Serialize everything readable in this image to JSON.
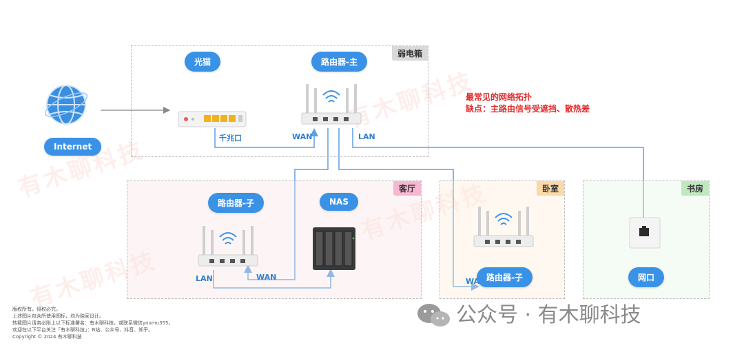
{
  "zones": {
    "weak_box": "弱电箱",
    "living_room": "客厅",
    "bedroom": "卧室",
    "study": "书房"
  },
  "devices": {
    "internet": "Internet",
    "modem": "光猫",
    "router_main": "路由器-主",
    "router_sub_living": "路由器-子",
    "nas": "NAS",
    "router_sub_bedroom": "路由器-子",
    "wall_port": "网口"
  },
  "port_labels": {
    "modem_gigabit": "千兆口",
    "main_wan": "WAN",
    "main_lan": "LAN",
    "sub_lan": "LAN",
    "sub_wan": "WAN",
    "bedroom_wan": "WAN"
  },
  "note": {
    "line1": "最常见的网络拓扑",
    "line2": "缺点：主路由信号受遮挡、散热差"
  },
  "watermark": "有木聊科技",
  "copyright": [
    "版权所有，侵权必究。",
    "上述图片包含所使用图标，均为独家设计。",
    "转载图片请务必附上以下标准署名：有木聊科技，或联系微信youmu355。",
    "欢迎在以下平台关注「有木聊科技」：B站、公众号、抖音、知乎。",
    "Copyright © 2024 有木聊科技"
  ],
  "brand": "公众号 · 有木聊科技",
  "colors": {
    "accent_blue": "#3a92e6",
    "line_blue": "#5aa0e6",
    "note_red": "#e02a2a",
    "tag_gray": "#d9d9d9",
    "tag_pink": "#f7b7d3",
    "tag_orange": "#f9d9a8",
    "tag_green": "#bfe8bf"
  }
}
